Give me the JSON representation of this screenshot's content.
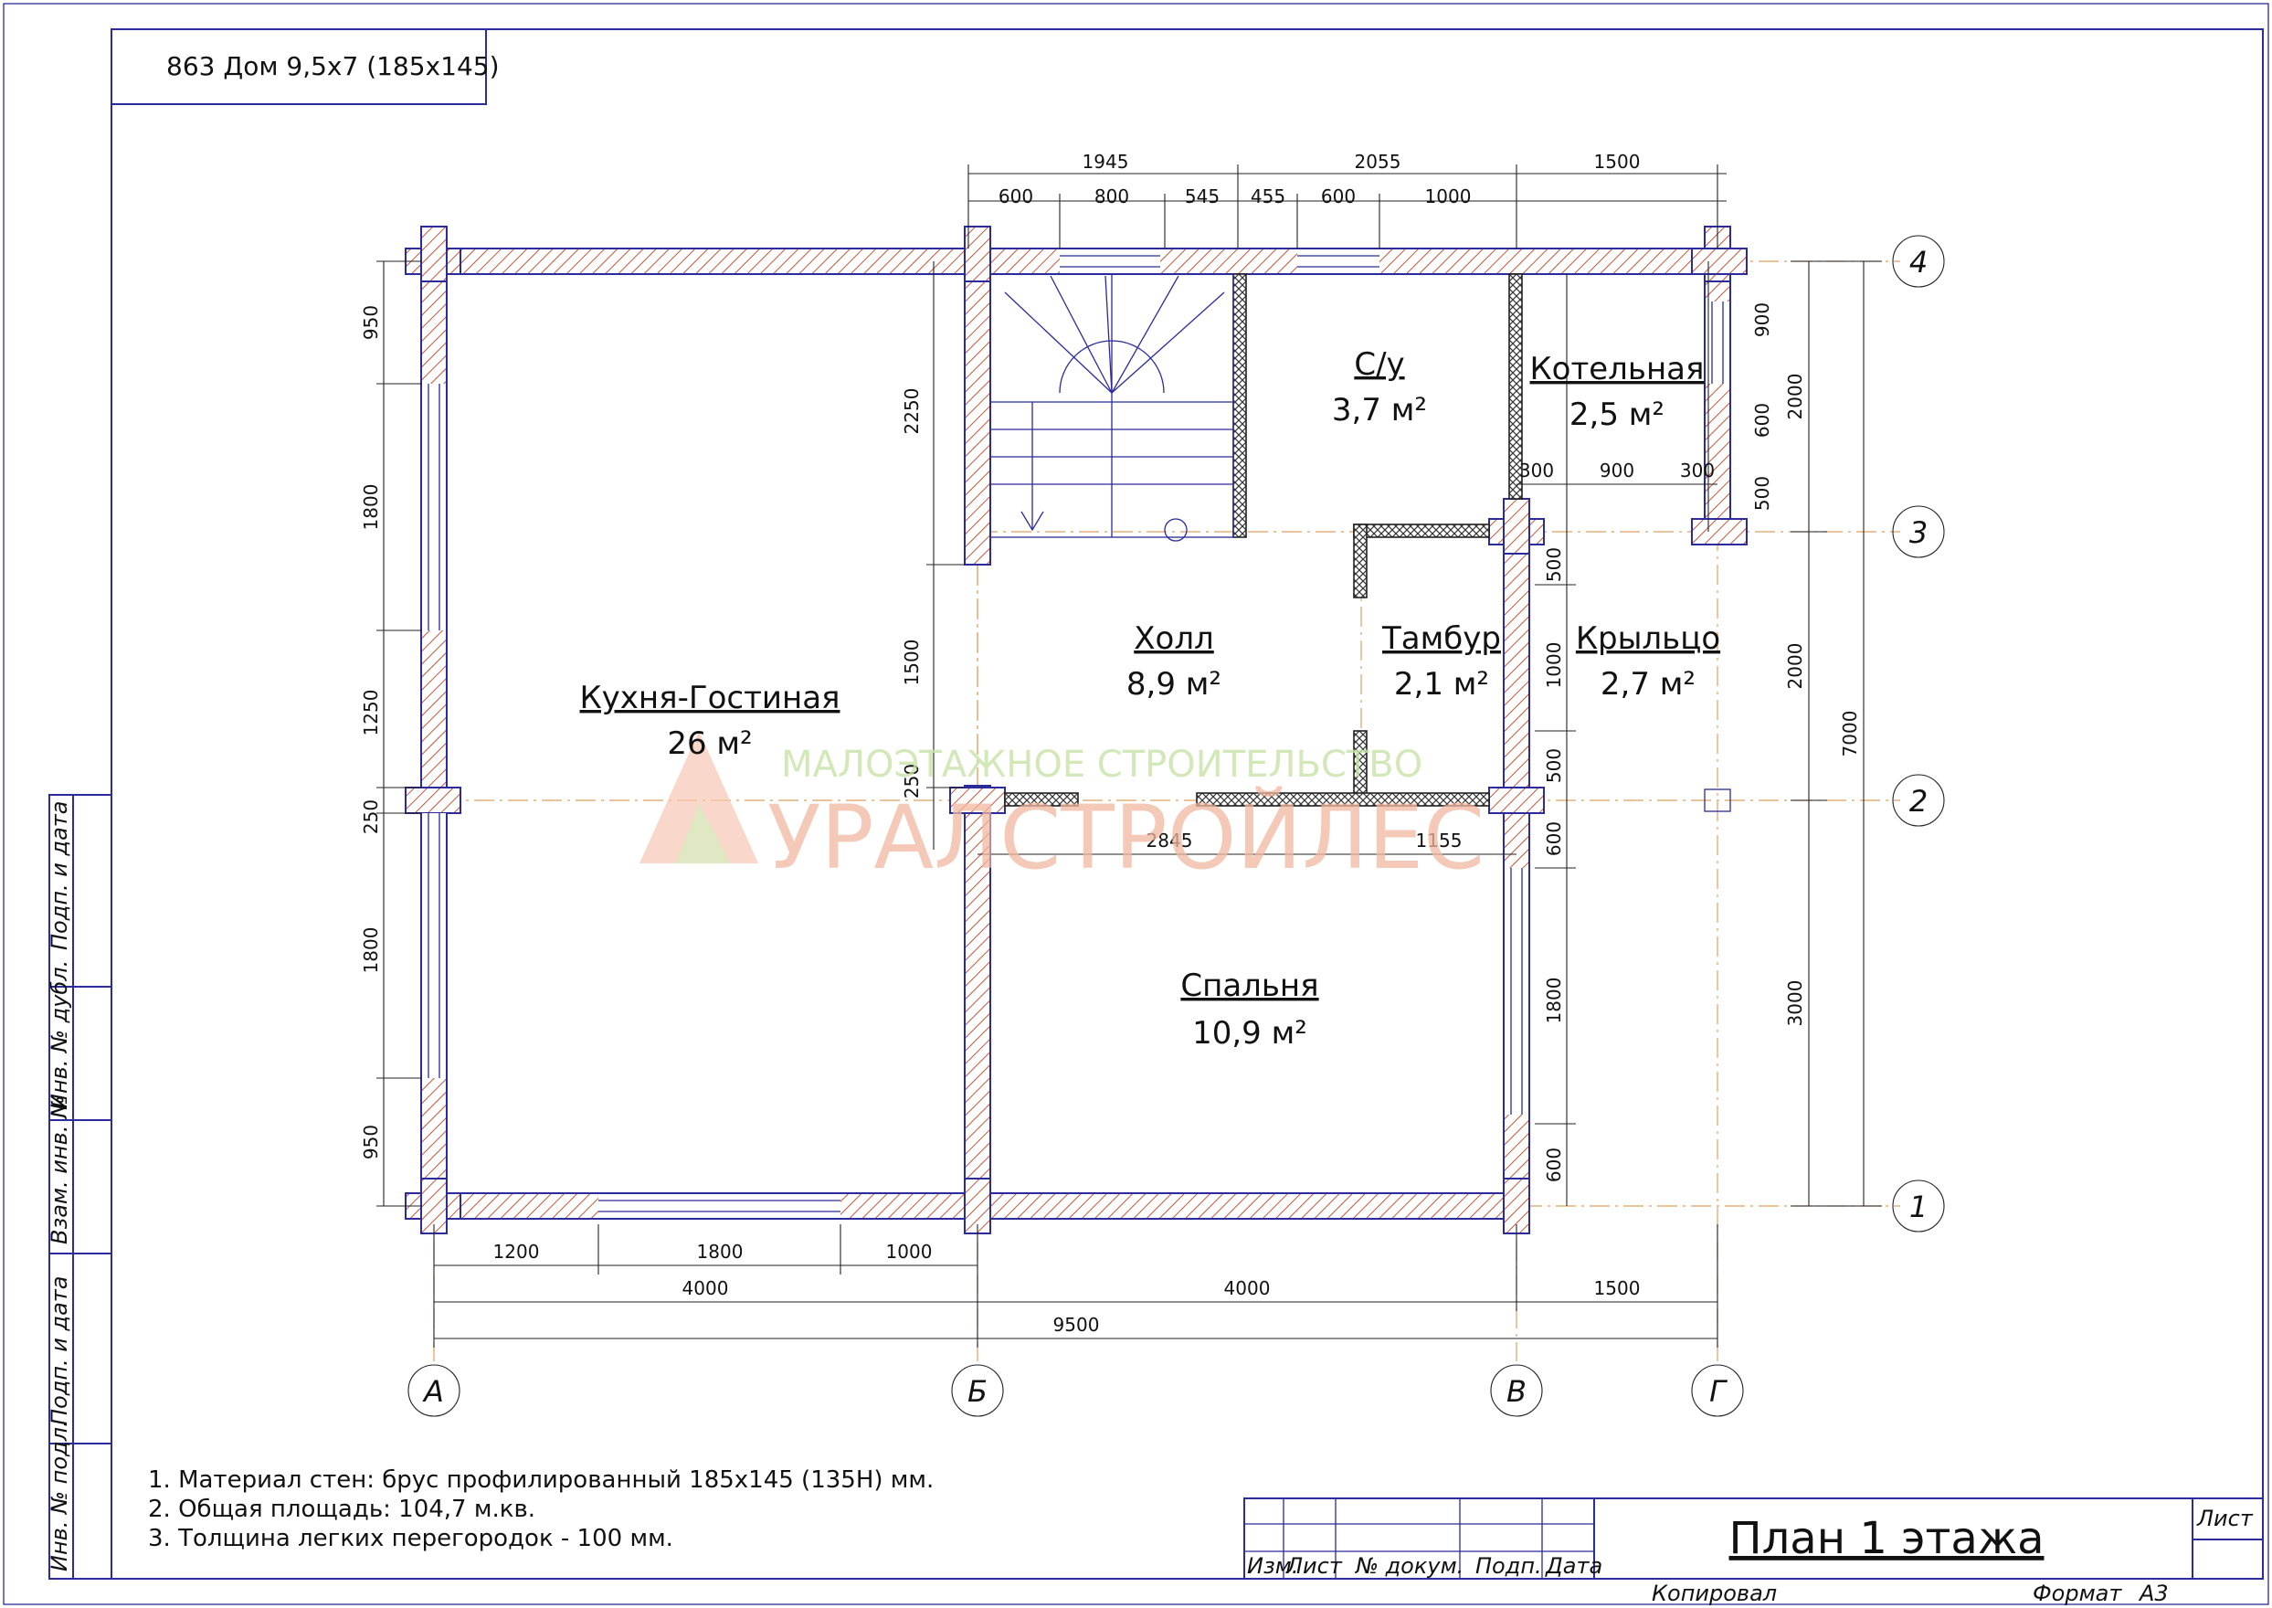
{
  "project_title": "863 Дом 9,5х7 (185х145)",
  "sheet_title": "План 1 этажа",
  "watermark": {
    "line1": "МАЛОЭТАЖНОЕ СТРОИТЕЛЬСТВО",
    "line2": "УРАЛСТРОЙЛЕС"
  },
  "rooms": [
    {
      "name": "Кухня-Гостиная",
      "area": "26 м²"
    },
    {
      "name": "С/у",
      "area": "3,7 м²"
    },
    {
      "name": "Котельная",
      "area": "2,5 м²"
    },
    {
      "name": "Холл",
      "area": "8,9 м²"
    },
    {
      "name": "Тамбур",
      "area": "2,1 м²"
    },
    {
      "name": "Крыльцо",
      "area": "2,7 м²"
    },
    {
      "name": "Спальня",
      "area": "10,9 м²"
    }
  ],
  "axes": {
    "rows": [
      "4",
      "3",
      "2",
      "1"
    ],
    "cols": [
      "А",
      "Б",
      "В",
      "Г"
    ]
  },
  "dims": {
    "top_overall": [
      "1945",
      "2055",
      "1500"
    ],
    "top_detail": [
      "600",
      "800",
      "545",
      "455",
      "600",
      "1000"
    ],
    "left": [
      "950",
      "1800",
      "1250",
      "250",
      "1800",
      "950"
    ],
    "stair_left": [
      "2250",
      "1500",
      "250"
    ],
    "right_inner": [
      "900",
      "600",
      "500",
      "500",
      "1000",
      "500",
      "600",
      "1800",
      "600"
    ],
    "right_mid": [
      "2000",
      "2000",
      "3000"
    ],
    "right_total": "7000",
    "boiler_detail": [
      "300",
      "900",
      "300"
    ],
    "bottom_detail": [
      "1200",
      "1800",
      "1000"
    ],
    "bottom_mid": [
      "4000",
      "4000",
      "1500"
    ],
    "bottom_total": "9500",
    "interior": [
      "2845",
      "1155"
    ]
  },
  "notes": [
    "1. Материал стен: брус профилированный 185х145 (135Н) мм.",
    "2. Общая площадь: 104,7 м.кв.",
    "3. Толщина легких перегородок - 100 мм."
  ],
  "side_stamp": [
    "Подп. и дата",
    "Инв. № дубл.",
    "Взам. инв. №",
    "Подп. и дата",
    "Инв. № подл."
  ],
  "title_block": {
    "cols": [
      "Изм.",
      "Лист",
      "№ докум.",
      "Подп.",
      "Дата"
    ],
    "sheet_label": "Лист",
    "copied": "Копировал",
    "format_label": "Формат",
    "format_value": "А3"
  }
}
